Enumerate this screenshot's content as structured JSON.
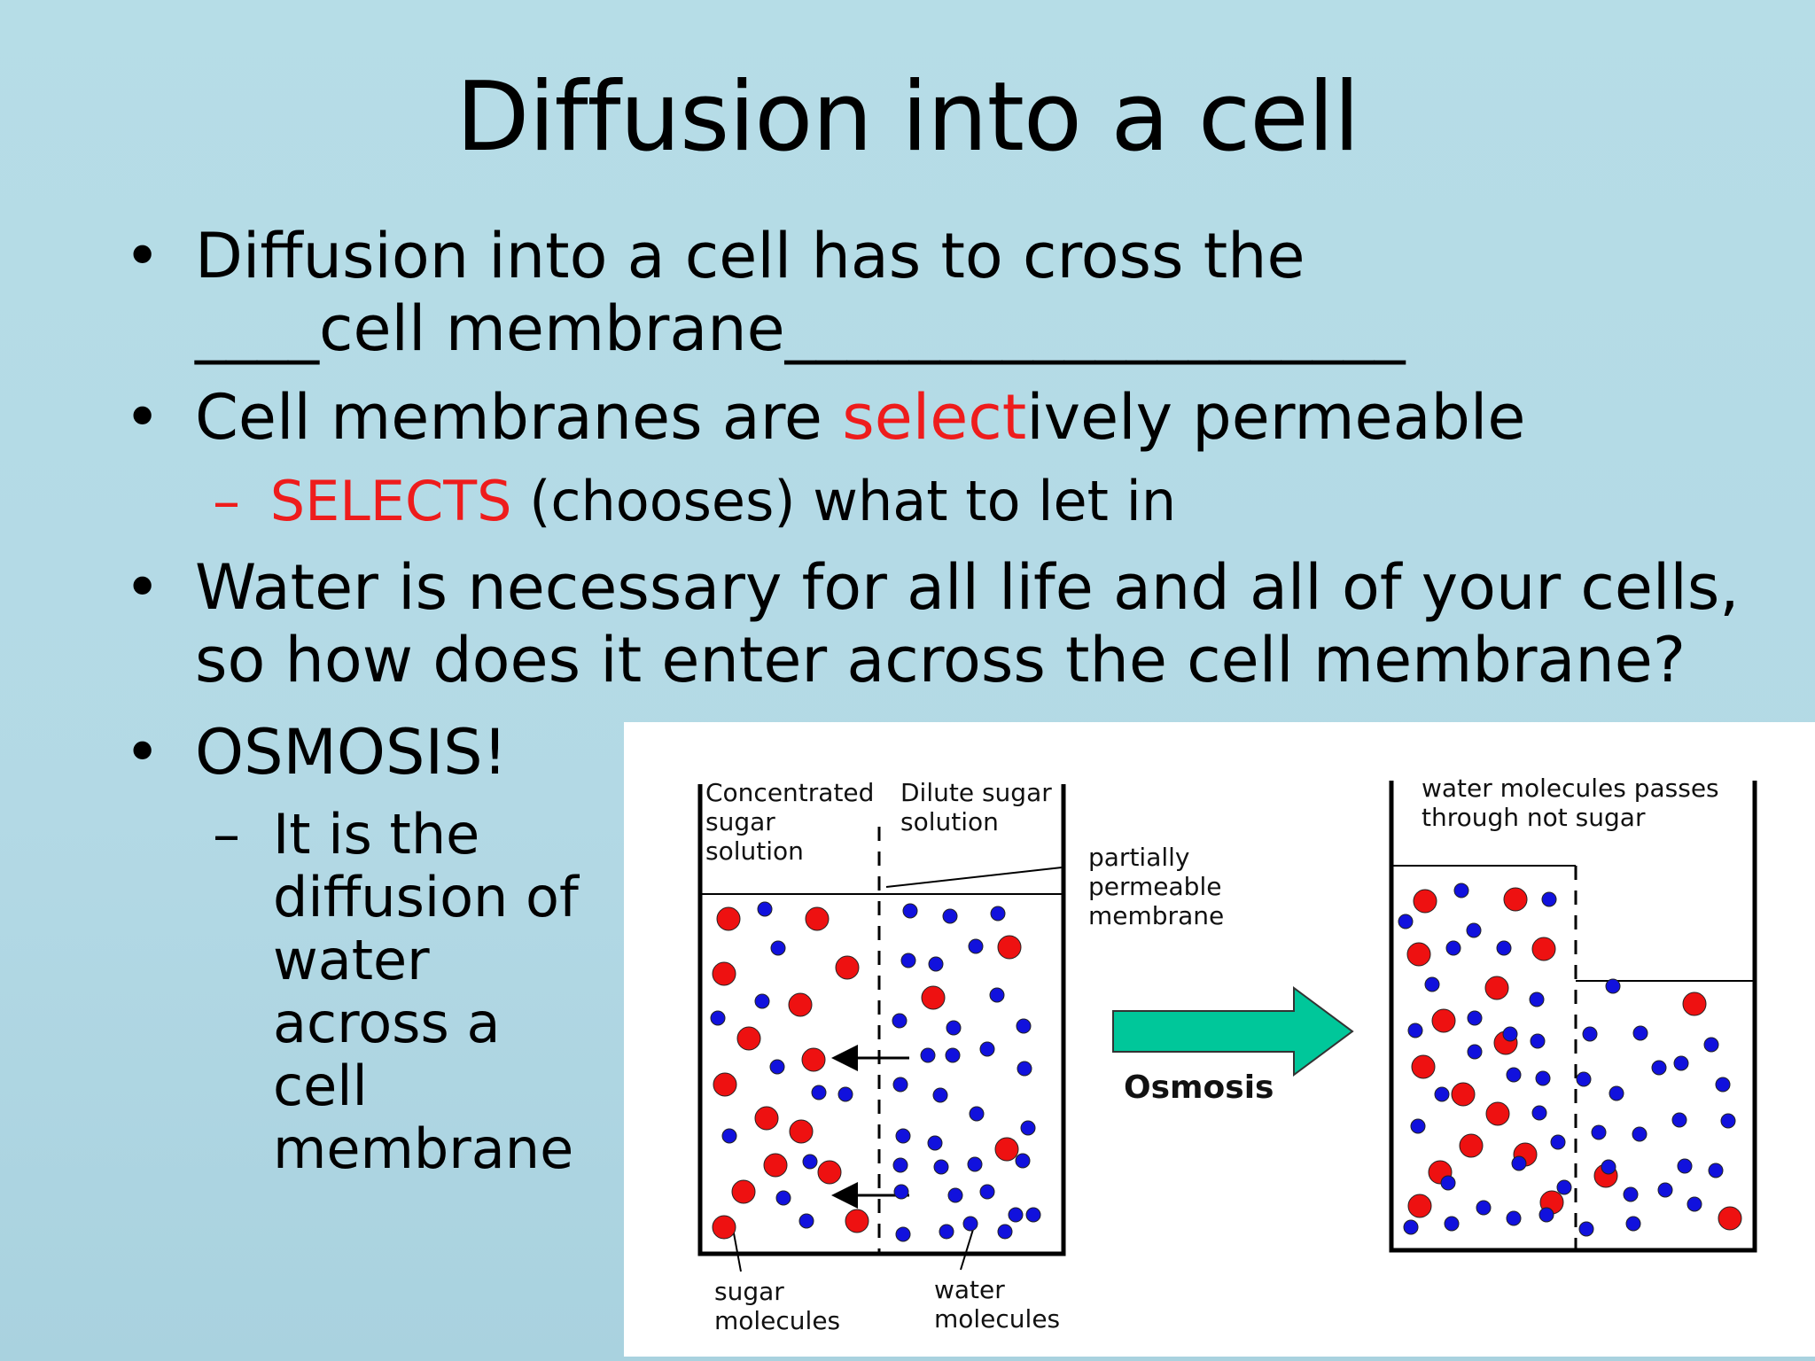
{
  "title": "Diffusion into a cell",
  "bullets": {
    "b1_line1": "Diffusion into a cell has to cross the",
    "b1_line2": "____cell membrane____________________",
    "b2_pre": "Cell membranes are ",
    "b2_red": "select",
    "b2_post": "ively permeable",
    "b2_sub_dash": "–",
    "b2_sub_red": "SELECTS",
    "b2_sub_rest": " (chooses) what to let in",
    "b3_line1": "Water is necessary for all life and all of your cells,",
    "b3_line2": "so how does it enter across the cell membrane?",
    "b4": "OSMOSIS!",
    "b4_sub_dash": "–",
    "b4_sub_lines": [
      "It is the",
      "diffusion of",
      "water",
      "across a",
      "cell",
      "membrane"
    ]
  },
  "bullet_symbol": "•",
  "diagram": {
    "left_label_1": [
      "Concentrated",
      "sugar",
      "solution"
    ],
    "left_label_2": [
      "Dilute sugar",
      "solution"
    ],
    "membrane_label": [
      "partially",
      "permeable",
      "membrane"
    ],
    "sugar_label": [
      "sugar",
      "molecules"
    ],
    "water_label": [
      "water",
      "molecules"
    ],
    "arrow_label": "Osmosis",
    "right_label": [
      "water molecules passes",
      "through not sugar"
    ],
    "colors": {
      "sugar": "#ee1111",
      "water": "#1111dd",
      "arrow": "#00c79a"
    }
  }
}
